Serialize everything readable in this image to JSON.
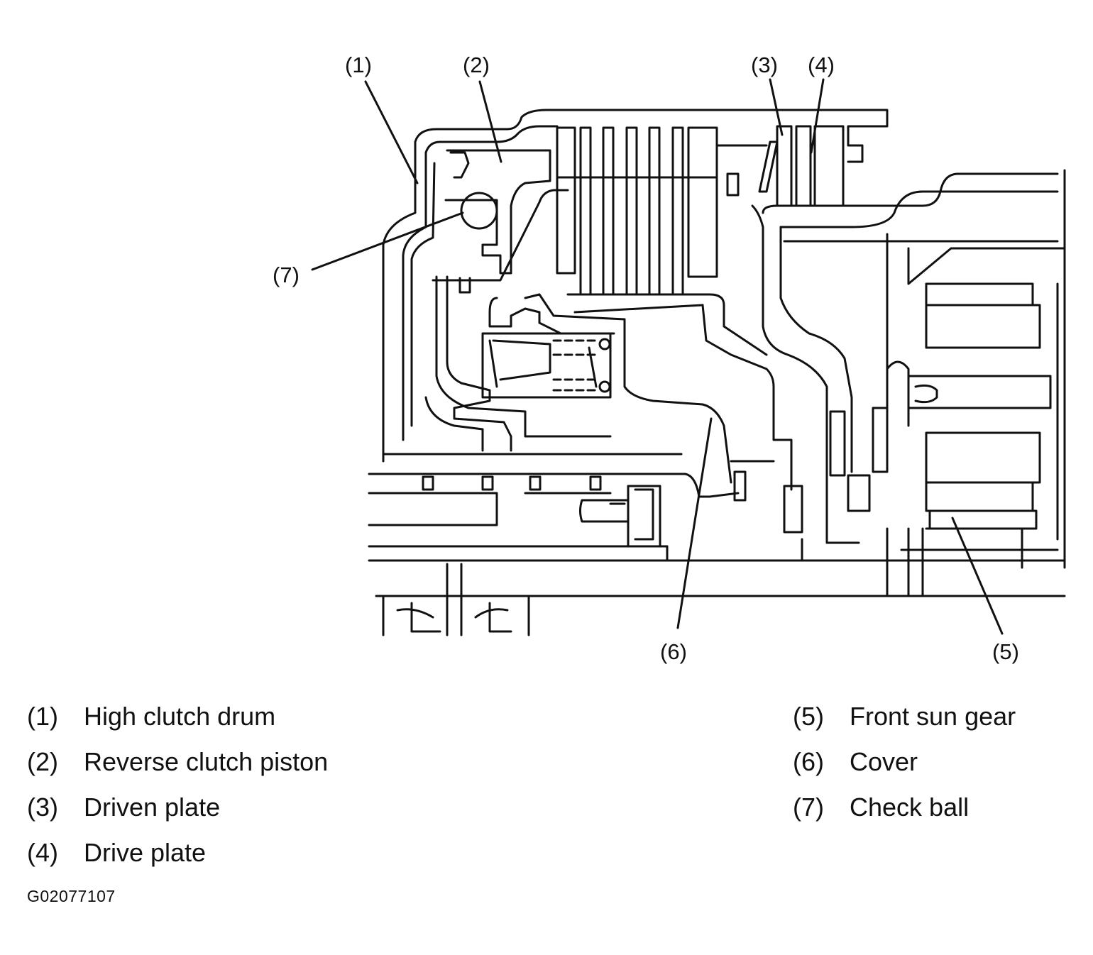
{
  "callouts": {
    "c1": "(1)",
    "c2": "(2)",
    "c3": "(3)",
    "c4": "(4)",
    "c5": "(5)",
    "c6": "(6)",
    "c7": "(7)"
  },
  "legend": {
    "left": [
      {
        "num": "(1)",
        "text": "High clutch drum"
      },
      {
        "num": "(2)",
        "text": "Reverse clutch piston"
      },
      {
        "num": "(3)",
        "text": "Driven plate"
      },
      {
        "num": "(4)",
        "text": "Drive plate"
      }
    ],
    "right": [
      {
        "num": "(5)",
        "text": "Front sun gear"
      },
      {
        "num": "(6)",
        "text": "Cover"
      },
      {
        "num": "(7)",
        "text": "Check ball"
      }
    ]
  },
  "figure_id": "G02077107",
  "colors": {
    "ink": "#111111",
    "paper": "#ffffff"
  }
}
